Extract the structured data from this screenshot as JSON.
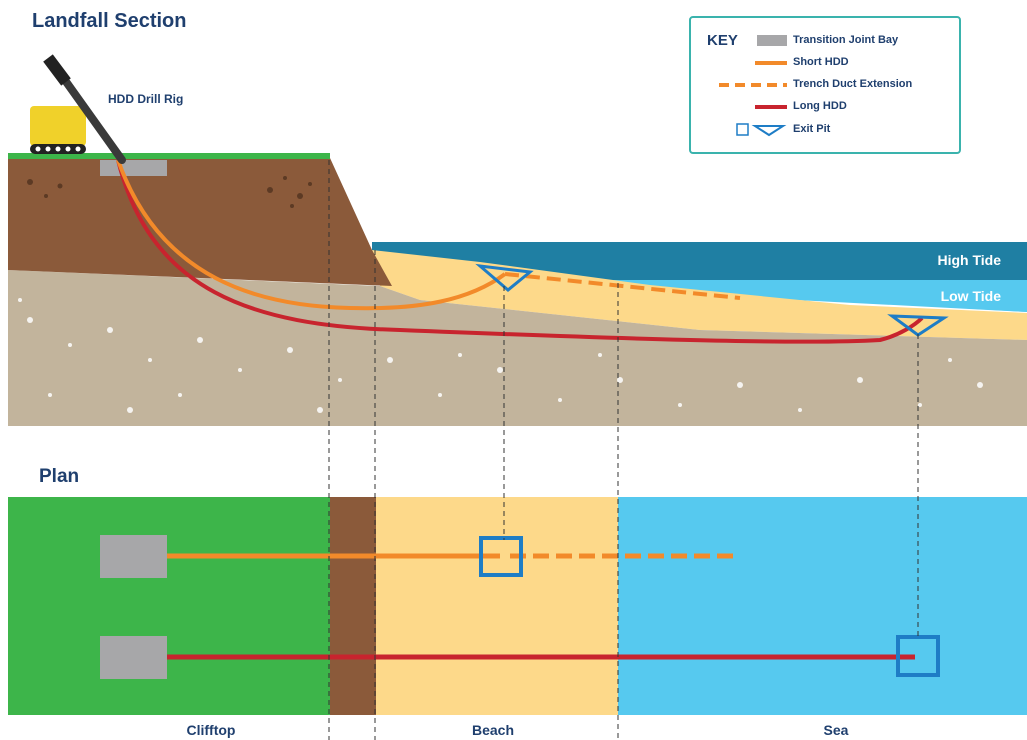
{
  "titles": {
    "section": "Landfall Section",
    "plan": "Plan"
  },
  "labels": {
    "drill_rig": "HDD Drill Rig",
    "high_tide": "High Tide",
    "low_tide": "Low Tide"
  },
  "key": {
    "title": "KEY",
    "items": [
      {
        "label": "Transition Joint Bay",
        "symbol": "grey-rect-icon"
      },
      {
        "label": "Short HDD",
        "symbol": "orange-line-icon"
      },
      {
        "label": "Trench Duct Extension",
        "symbol": "orange-dashed-line-icon"
      },
      {
        "label": "Long HDD",
        "symbol": "red-line-icon"
      },
      {
        "label": "Exit Pit",
        "symbol": "exit-pit-icons"
      }
    ]
  },
  "zones": [
    "Clifftop",
    "Beach",
    "Sea"
  ],
  "colors": {
    "title_text": "#1f3f6e",
    "clifftop_green": "#3db54a",
    "cliff_brown": "#8b5a3a",
    "beach_sand": "#fdd98a",
    "sea_light": "#56c9ef",
    "sea_dark": "#1f7fa3",
    "short_hdd_orange": "#f28a2a",
    "long_hdd_red": "#c8242e",
    "exit_pit_blue": "#1e7dc6",
    "joint_bay_grey": "#a7a7a9",
    "key_border": "#3ab3ad"
  }
}
